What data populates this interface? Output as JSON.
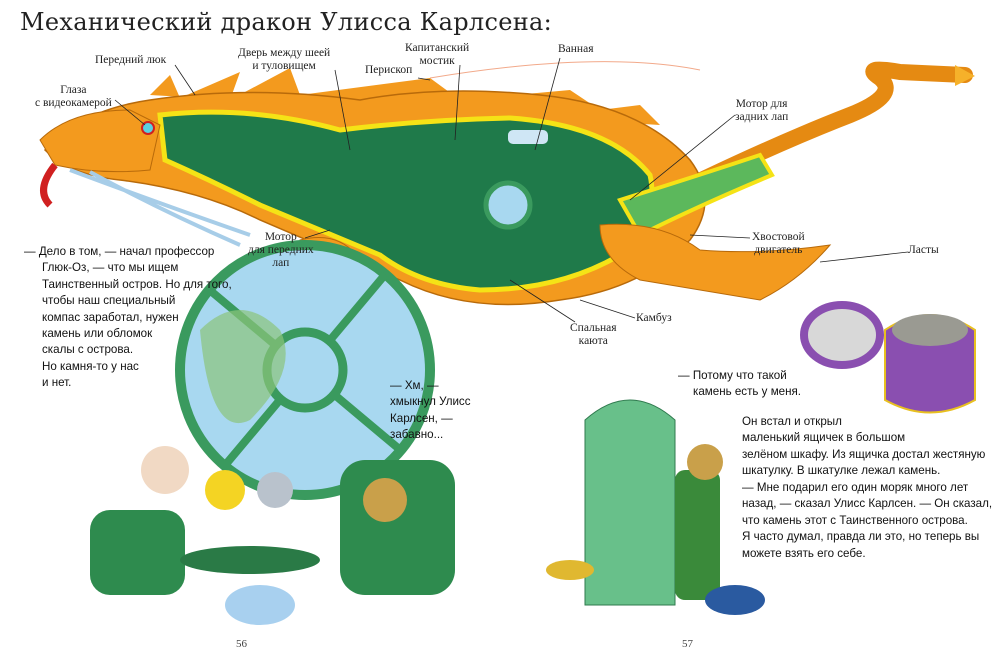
{
  "title": "Механический дракон Улисса Карлсена:",
  "labels": {
    "front_hatch": "Передний люк",
    "eyes": [
      "Глаза",
      "с видеокамерой"
    ],
    "door": [
      "Дверь между шеей",
      "и туловищем"
    ],
    "periscope": "Перископ",
    "bridge": [
      "Капитанский",
      "мостик"
    ],
    "bathroom": "Ванная",
    "rear_motor": [
      "Мотор для",
      "задних лап"
    ],
    "tail_engine": [
      "Хвостовой",
      "двигатель"
    ],
    "flippers": "Ласты",
    "front_motor": [
      "Мотор",
      "для передних",
      "лап"
    ],
    "cabin": [
      "Спальная",
      "каюта"
    ],
    "galley": "Камбуз"
  },
  "text_left": [
    "— Дело в том, — начал профессор",
    "Глюк-Оз, — что мы ищем",
    "Таинственный остров. Но для того,",
    "чтобы наш специальный",
    "компас заработал, нужен",
    "камень или обломок",
    "скалы с острова.",
    "Но камня-то у нас",
    "и нет."
  ],
  "text_hm": [
    "— Хм, —",
    "хмыкнул Улисс",
    "Карлсен, —",
    "забавно..."
  ],
  "text_because": [
    "— Потому что такой",
    "камень есть у меня."
  ],
  "text_right_1": [
    "Он встал и открыл",
    "маленький ящичек в большом",
    "зелёном шкафу. Из ящичка достал жестяную",
    "шкатулку. В шкатулке лежал камень."
  ],
  "text_right_2": [
    "— Мне подарил его один моряк много лет",
    "назад, — сказал Улисс Карлсен. — Он сказал,",
    "что камень этот с Таинственного острова.",
    "Я часто думал, правда ли это, но теперь вы",
    "можете взять его себе."
  ],
  "page_numbers": {
    "left": "56",
    "right": "57"
  },
  "colors": {
    "dragon": "#f39a1e",
    "interior": "#1f7a4a",
    "trim": "#f5e316",
    "porthole": "#3a9a5e",
    "water": "#a8d8f0",
    "box": "#8a4fb0"
  }
}
